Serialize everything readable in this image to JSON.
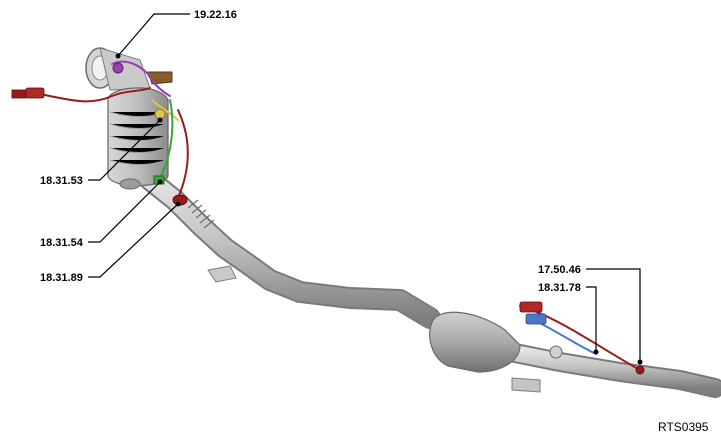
{
  "figure_id": "RTS0395",
  "callouts": [
    {
      "label": "19.22.16",
      "part": "upper-sensor-connector"
    },
    {
      "label": "18.31.53",
      "part": "catalyst-upper-sensor"
    },
    {
      "label": "18.31.54",
      "part": "harness-clip-green"
    },
    {
      "label": "18.31.89",
      "part": "red-sensor-plug"
    },
    {
      "label": "17.50.46",
      "part": "rear-red-sensor"
    },
    {
      "label": "18.31.78",
      "part": "rear-blue-sensor"
    }
  ],
  "colors": {
    "pipe": "#b8b8b8",
    "pipe_shadow": "#8a8a8a",
    "wire_red": "#9a1b1b",
    "wire_green": "#3aa33a",
    "wire_yellow": "#d9c64a",
    "wire_purple": "#9b3fb0",
    "wire_blue": "#4a78c8",
    "bracket_brown": "#8b5a2b",
    "leader": "#000000"
  }
}
